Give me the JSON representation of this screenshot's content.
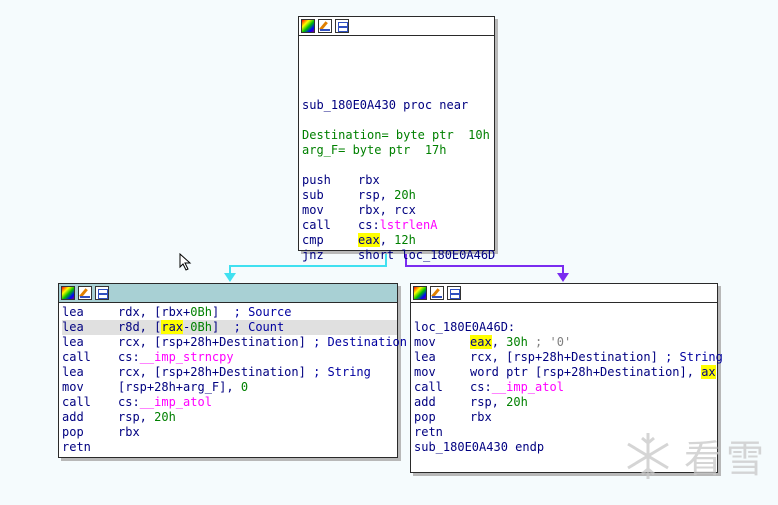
{
  "blocks": {
    "top": {
      "lines": [
        [],
        [],
        [],
        [],
        [
          {
            "t": "sub_180E0A430 proc near",
            "c": "op"
          }
        ],
        [],
        [
          {
            "t": "Destination= byte ptr  10h",
            "c": "lbl"
          }
        ],
        [
          {
            "t": "arg_F= byte ptr  17h",
            "c": "lbl"
          }
        ],
        [],
        [
          {
            "m": "push"
          },
          {
            "t": "rbx",
            "c": "op"
          }
        ],
        [
          {
            "m": "sub"
          },
          {
            "t": "rsp, ",
            "c": "op"
          },
          {
            "t": "20h",
            "c": "num"
          }
        ],
        [
          {
            "m": "mov"
          },
          {
            "t": "rbx, rcx",
            "c": "op"
          }
        ],
        [
          {
            "m": "call"
          },
          {
            "t": "cs:",
            "c": "op"
          },
          {
            "t": "lstrlenA",
            "c": "imp"
          }
        ],
        [
          {
            "m": "cmp"
          },
          {
            "t": "eax",
            "c": "hl"
          },
          {
            "t": ", ",
            "c": "op"
          },
          {
            "t": "12h",
            "c": "num"
          }
        ],
        [
          {
            "m": "jnz"
          },
          {
            "t": "short loc_180E0A46D",
            "c": "op"
          }
        ]
      ]
    },
    "left": {
      "lines": [
        [
          {
            "m": "lea"
          },
          {
            "t": "rdx, [rbx+",
            "c": "op"
          },
          {
            "t": "0Bh",
            "c": "num"
          },
          {
            "t": "]  ",
            "c": "op"
          },
          {
            "t": "; Source",
            "c": "cm"
          }
        ],
        [
          {
            "m": "lea"
          },
          {
            "t": "r8d, [",
            "c": "op"
          },
          {
            "t": "rax",
            "c": "hl"
          },
          {
            "t": "-",
            "c": "op"
          },
          {
            "t": "0Bh",
            "c": "num"
          },
          {
            "t": "]  ",
            "c": "op"
          },
          {
            "t": "; Count",
            "c": "cm"
          }
        ],
        [
          {
            "m": "lea"
          },
          {
            "t": "rcx, [rsp+28h+Destination] ",
            "c": "op"
          },
          {
            "t": "; Destination",
            "c": "cm"
          }
        ],
        [
          {
            "m": "call"
          },
          {
            "t": "cs:",
            "c": "op"
          },
          {
            "t": "__imp_strncpy",
            "c": "imp"
          }
        ],
        [
          {
            "m": "lea"
          },
          {
            "t": "rcx, [rsp+28h+Destination] ",
            "c": "op"
          },
          {
            "t": "; String",
            "c": "cm"
          }
        ],
        [
          {
            "m": "mov"
          },
          {
            "t": "[rsp+28h+arg_F], ",
            "c": "op"
          },
          {
            "t": "0",
            "c": "num"
          }
        ],
        [
          {
            "m": "call"
          },
          {
            "t": "cs:",
            "c": "op"
          },
          {
            "t": "__imp_atol",
            "c": "imp"
          }
        ],
        [
          {
            "m": "add"
          },
          {
            "t": "rsp, ",
            "c": "op"
          },
          {
            "t": "20h",
            "c": "num"
          }
        ],
        [
          {
            "m": "pop"
          },
          {
            "t": "rbx",
            "c": "op"
          }
        ],
        [
          {
            "m": "retn"
          }
        ]
      ]
    },
    "right": {
      "lines": [
        [],
        [
          {
            "t": "loc_180E0A46D:",
            "c": "op"
          }
        ],
        [
          {
            "m": "mov"
          },
          {
            "t": "eax",
            "c": "hl"
          },
          {
            "t": ", ",
            "c": "op"
          },
          {
            "t": "30h",
            "c": "num"
          },
          {
            "t": " ; '0'",
            "c": "cmg"
          }
        ],
        [
          {
            "m": "lea"
          },
          {
            "t": "rcx, [rsp+28h+Destination] ",
            "c": "op"
          },
          {
            "t": "; String",
            "c": "cm"
          }
        ],
        [
          {
            "m": "mov"
          },
          {
            "t": "word ptr [rsp+28h+Destination], ",
            "c": "op"
          },
          {
            "t": "ax",
            "c": "hl"
          }
        ],
        [
          {
            "m": "call"
          },
          {
            "t": "cs:",
            "c": "op"
          },
          {
            "t": "__imp_atol",
            "c": "imp"
          }
        ],
        [
          {
            "m": "add"
          },
          {
            "t": "rsp, ",
            "c": "op"
          },
          {
            "t": "20h",
            "c": "num"
          }
        ],
        [
          {
            "m": "pop"
          },
          {
            "t": "rbx",
            "c": "op"
          }
        ],
        [
          {
            "m": "retn"
          }
        ],
        [
          {
            "t": "sub_180E0A430 endp",
            "c": "op"
          }
        ]
      ]
    }
  },
  "watermark": {
    "text": "看雪"
  },
  "colors": {
    "edge_true": "#40e0f0",
    "edge_false": "#7a2cf0",
    "highlight": "#ffff00",
    "import": "#ff00ff",
    "number": "#008000"
  }
}
